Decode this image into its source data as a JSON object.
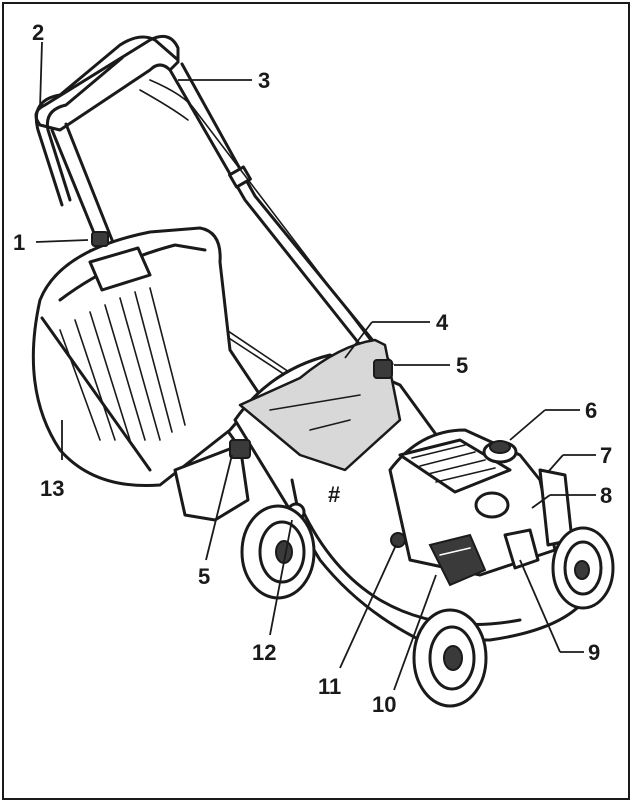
{
  "callouts": [
    {
      "id": "1",
      "label": "1"
    },
    {
      "id": "2",
      "label": "2"
    },
    {
      "id": "3",
      "label": "3"
    },
    {
      "id": "4",
      "label": "4"
    },
    {
      "id": "5a",
      "label": "5"
    },
    {
      "id": "5b",
      "label": "5"
    },
    {
      "id": "6",
      "label": "6"
    },
    {
      "id": "7",
      "label": "7"
    },
    {
      "id": "8",
      "label": "8"
    },
    {
      "id": "9",
      "label": "9"
    },
    {
      "id": "10",
      "label": "10"
    },
    {
      "id": "11",
      "label": "11"
    },
    {
      "id": "12",
      "label": "12"
    },
    {
      "id": "13",
      "label": "13"
    }
  ],
  "marker": "#",
  "colors": {
    "line": "#1a1a1a",
    "shade": "#d8d8d8",
    "background": "#ffffff"
  }
}
